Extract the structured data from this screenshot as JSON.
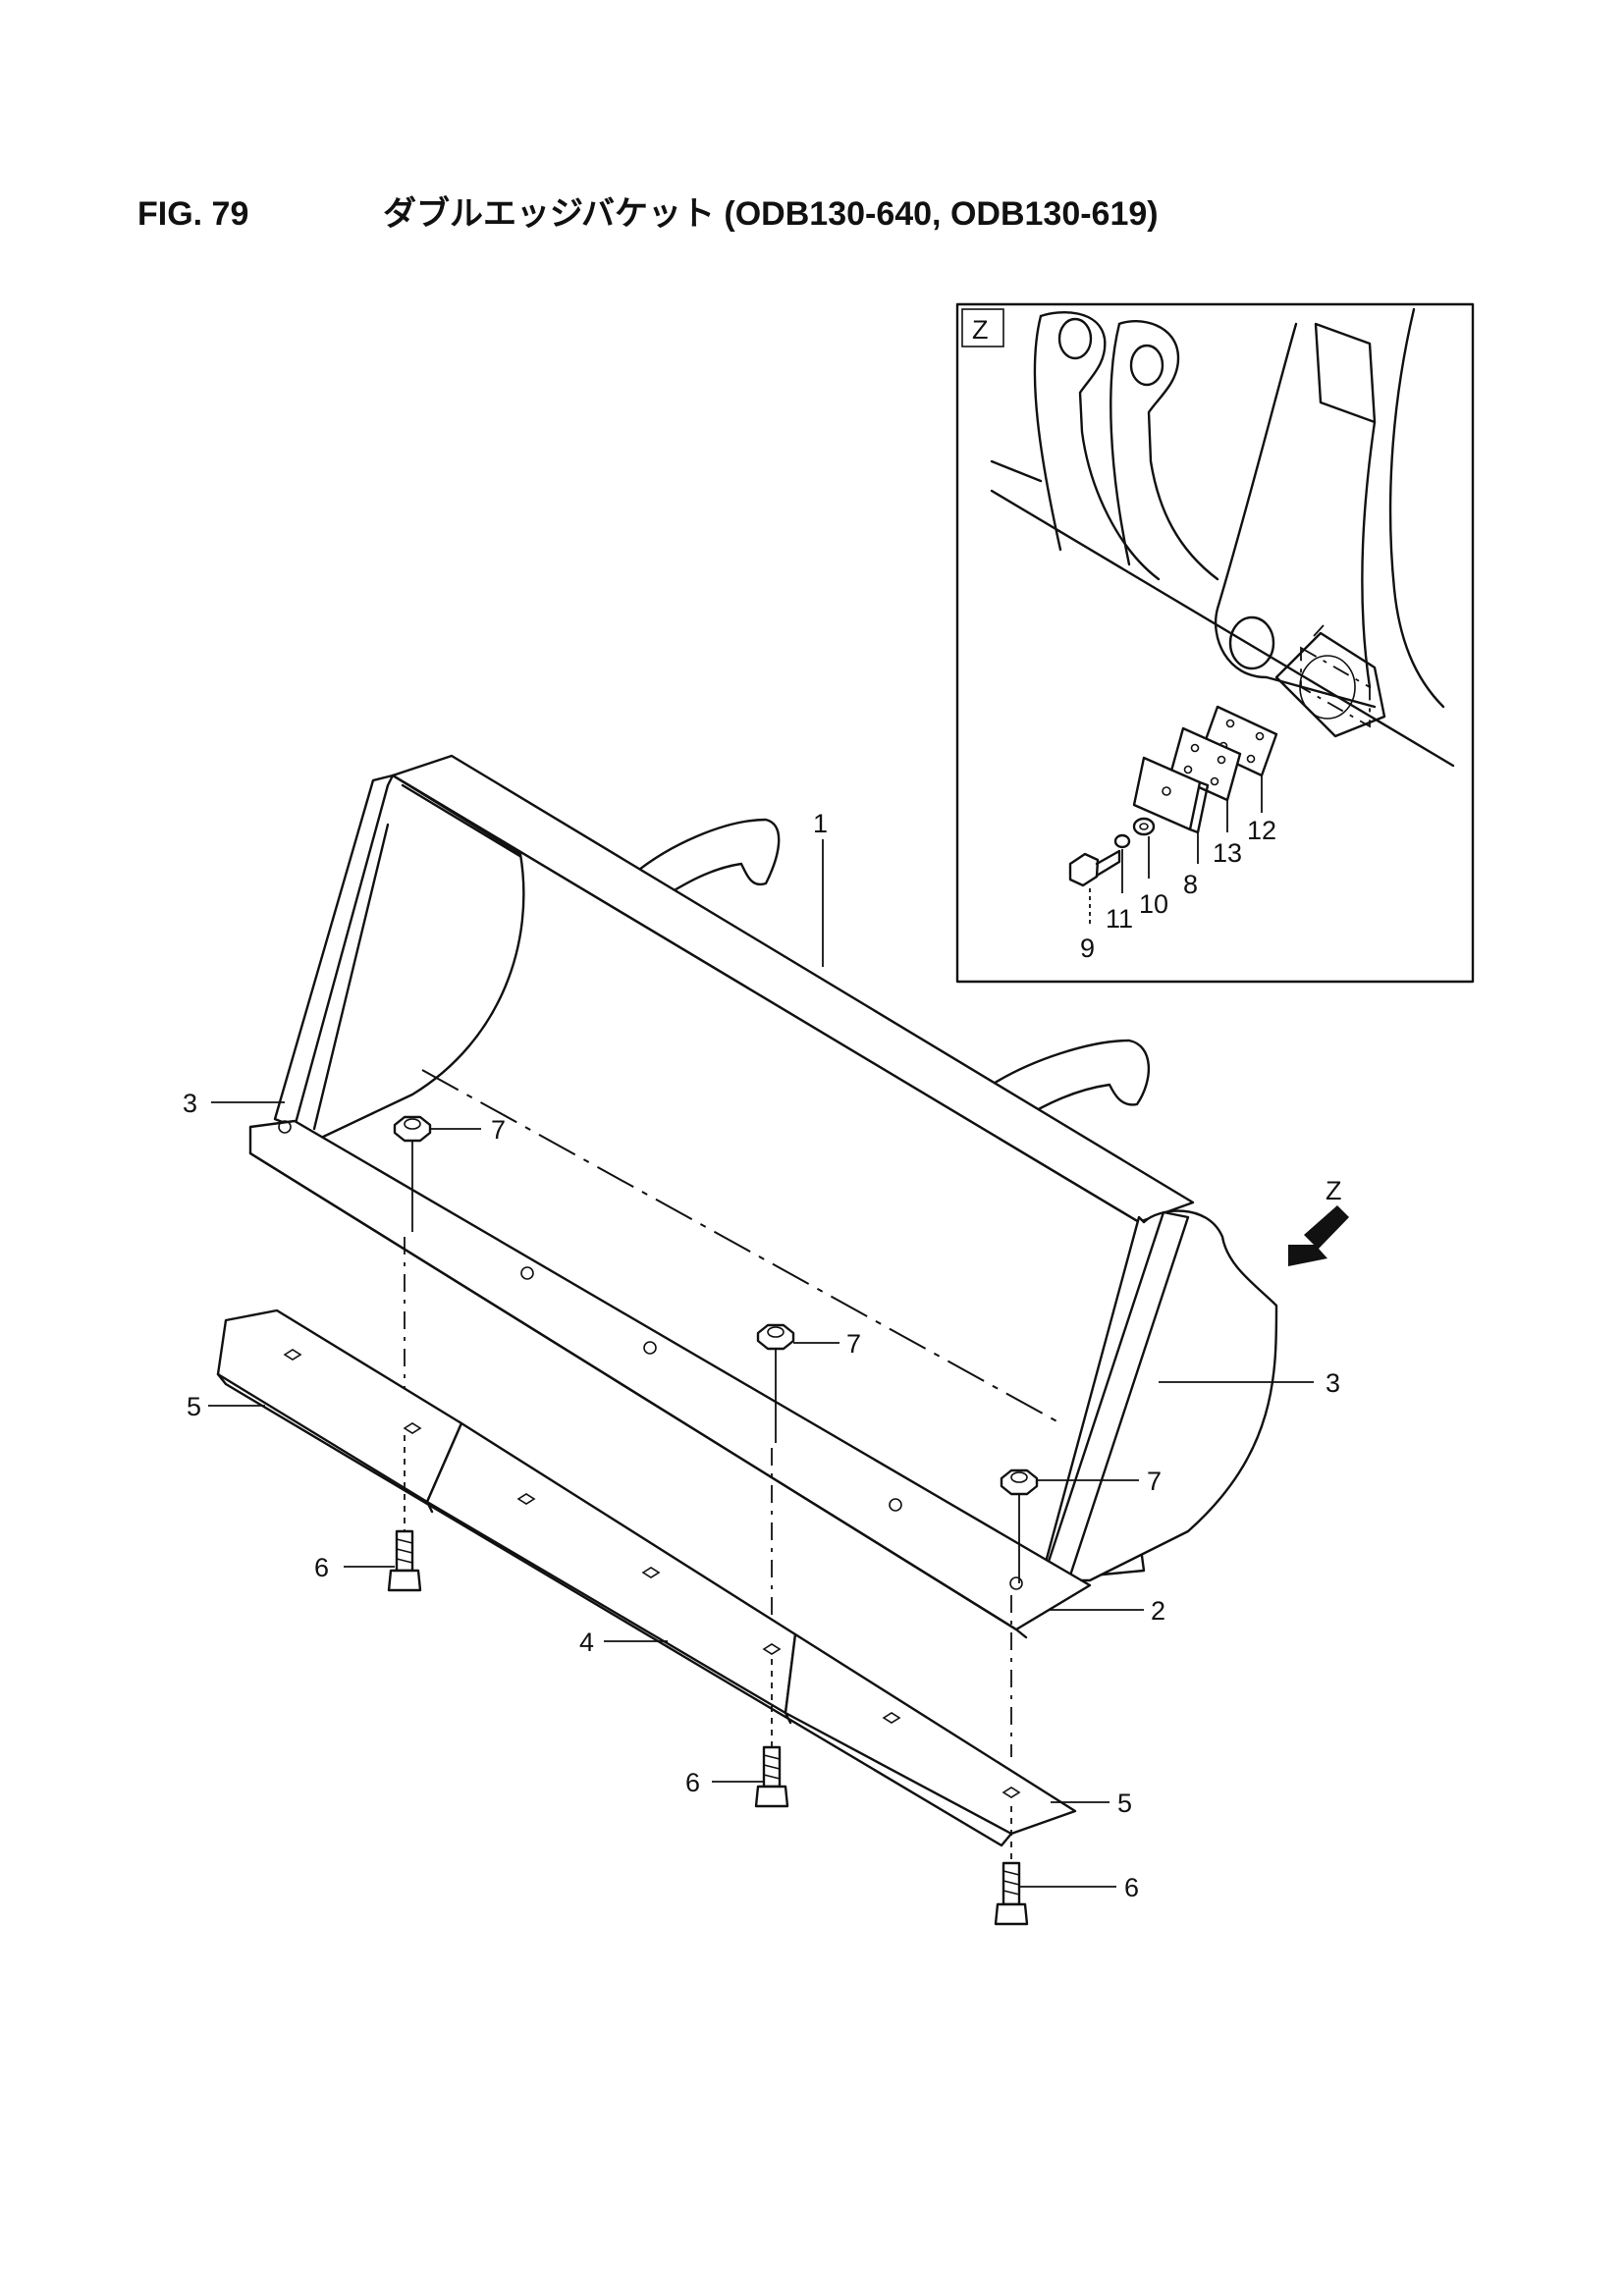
{
  "figure": {
    "number": "FIG. 79",
    "title": "ダブルエッジバケット (ODB130-640, ODB130-619)"
  },
  "detail_view": {
    "label": "Z",
    "callouts": [
      "8",
      "9",
      "10",
      "11",
      "12",
      "13"
    ]
  },
  "view_arrow_label": "Z",
  "callouts": {
    "c1": "1",
    "c2": "2",
    "c3a": "3",
    "c3b": "3",
    "c4": "4",
    "c5a": "5",
    "c5b": "5",
    "c6a": "6",
    "c6b": "6",
    "c6c": "6",
    "c7a": "7",
    "c7b": "7",
    "c7c": "7",
    "c8": "8",
    "c9": "9",
    "c10": "10",
    "c11": "11",
    "c12": "12",
    "c13": "13"
  }
}
